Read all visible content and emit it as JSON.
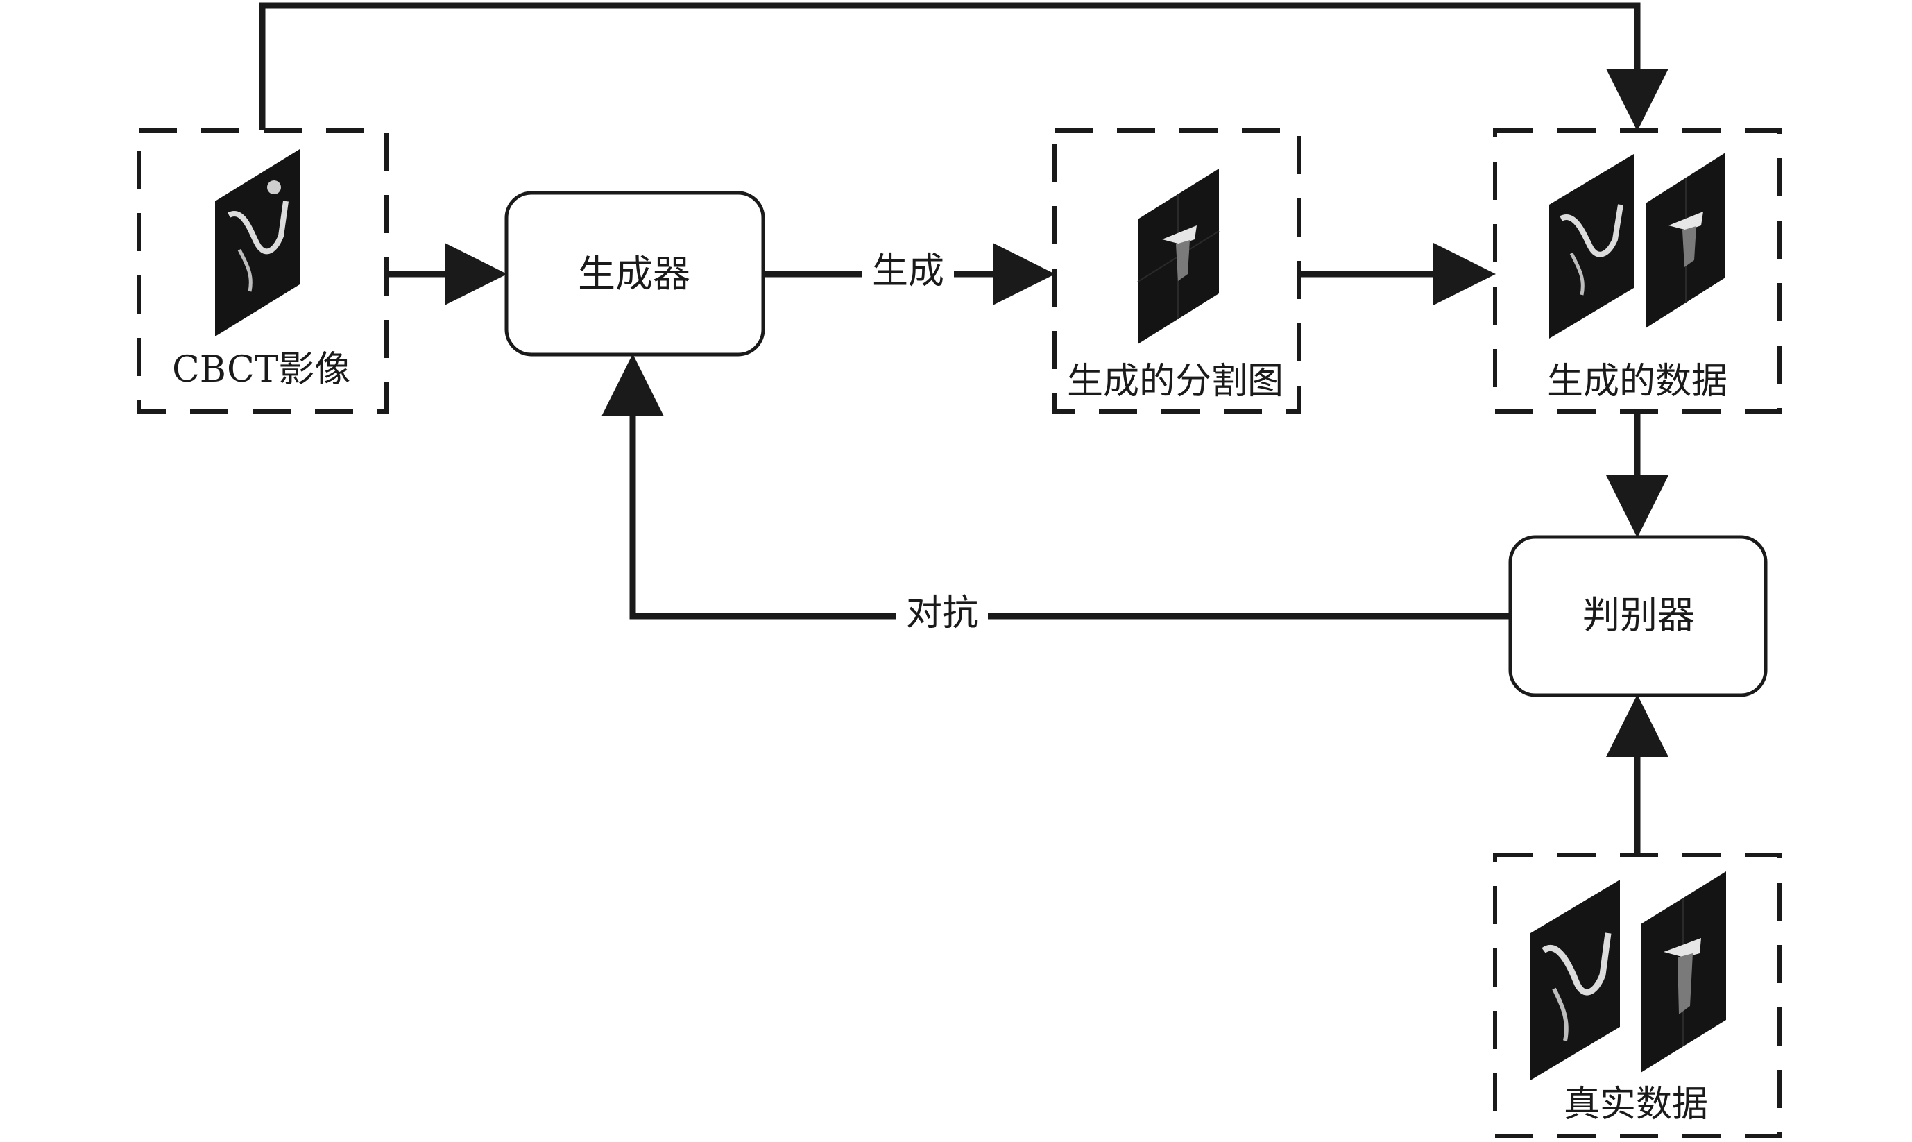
{
  "nodes": {
    "cbct": {
      "label": "CBCT影像"
    },
    "generator": {
      "label": "生成器"
    },
    "generated_seg": {
      "label": "生成的分割图"
    },
    "generated_data": {
      "label": "生成的数据"
    },
    "discriminator": {
      "label": "判别器"
    },
    "real_data": {
      "label": "真实数据"
    }
  },
  "edges": {
    "generate": {
      "label": "生成"
    },
    "adversarial": {
      "label": "对抗"
    }
  },
  "colors": {
    "stroke": "#1a1a1a",
    "image_bg": "#141414",
    "mask_gray": "#7a7a7a",
    "mask_white": "#e6e6e6"
  }
}
